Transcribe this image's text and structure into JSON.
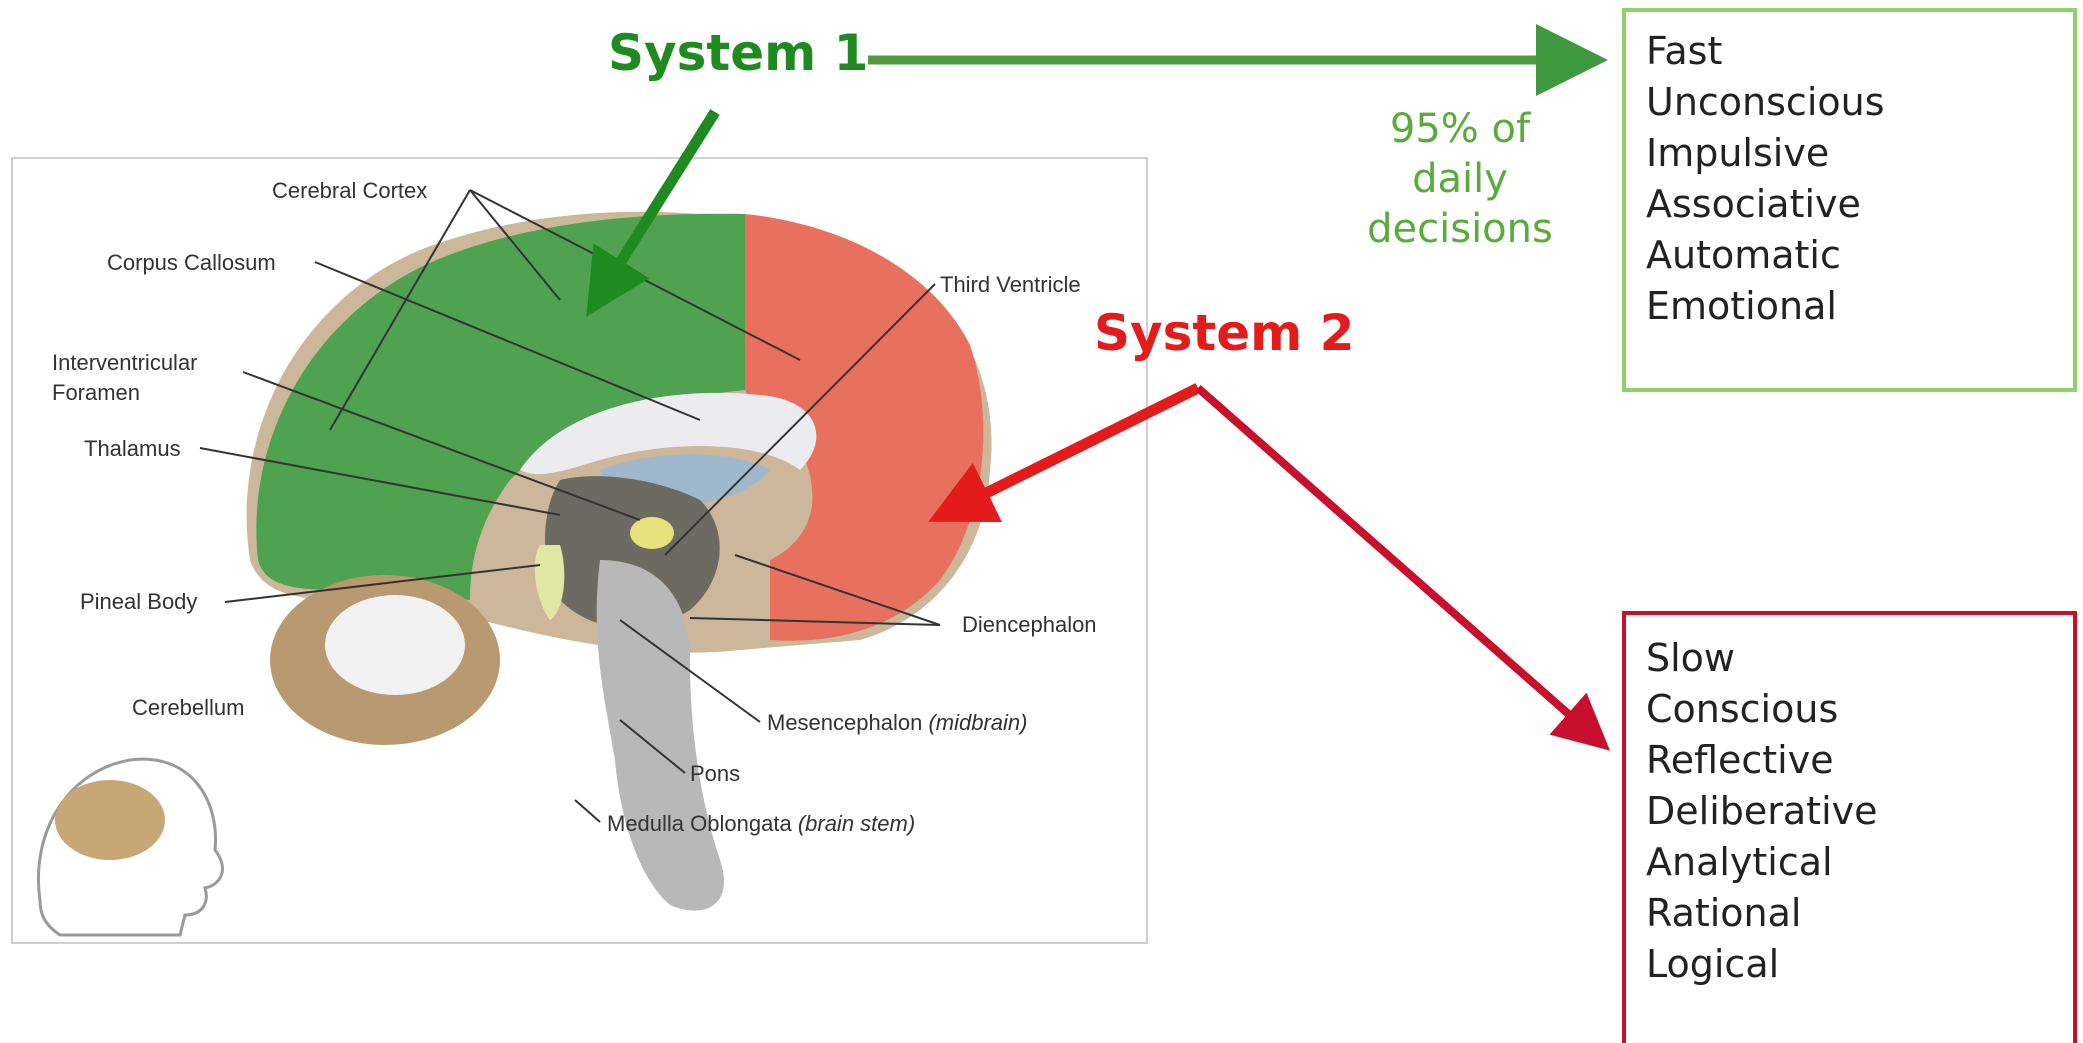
{
  "system1": {
    "title": "System 1",
    "share_line1": "95% of",
    "share_line2": "daily",
    "share_line3": "decisions",
    "traits": [
      "Fast",
      "Unconscious",
      "Impulsive",
      "Associative",
      "Automatic",
      "Emotional"
    ],
    "color": "#1f8a1f"
  },
  "system2": {
    "title": "System 2",
    "traits": [
      "Slow",
      "Conscious",
      "Reflective",
      "Deliberative",
      "Analytical",
      "Rational",
      "Logical"
    ],
    "color": "#e31b1b"
  },
  "brain": {
    "labels": {
      "cerebral_cortex": "Cerebral Cortex",
      "corpus_callosum": "Corpus Callosum",
      "interventricular_1": "Interventricular",
      "interventricular_2": "Foramen",
      "thalamus": "Thalamus",
      "pineal_body": "Pineal Body",
      "cerebellum": "Cerebellum",
      "third_ventricle": "Third Ventricle",
      "diencephalon": "Diencephalon",
      "mesencephalon": "Mesencephalon",
      "midbrain": "(midbrain)",
      "pons": "Pons",
      "medulla": "Medulla Oblongata",
      "brain_stem": "(brain stem)"
    }
  }
}
